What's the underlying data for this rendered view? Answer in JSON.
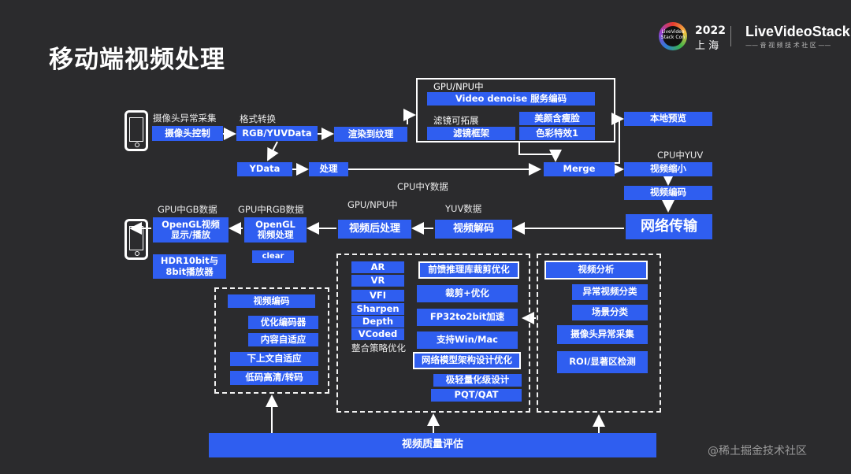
{
  "page": {
    "title": "移动端视频处理"
  },
  "header": {
    "badge_text": "LiveVideo Stack Con",
    "year": "2022",
    "city": "上 海",
    "brand": "LiveVideoStack",
    "brand_sub": "—— 音 视 频 技 术 社 区 ——"
  },
  "labels": {
    "capture_anomaly": "摄像头异常采集",
    "format_convert": "格式转换",
    "gpu_npu_top": "GPU/NPU中",
    "filter_ext": "滤镜可拓展",
    "cpu_yuv": "CPU中YUV",
    "cpu_y_data": "CPU中Y数据",
    "gpu_gb": "GPU中GB数据",
    "gpu_rgb": "GPU中RGB数据",
    "gpu_npu_mid": "GPU/NPU中",
    "yuv_data": "YUV数据",
    "strategy": "整合策略优化"
  },
  "boxes": {
    "camera_ctrl": "摄像头控制",
    "rgb_yuv": "RGB/YUVData",
    "render_texture": "渲染到纹理",
    "denoise": "Video denoise 服务编码",
    "beauty": "美颜含瘦脸",
    "filter_frame": "滤镜框架",
    "color_effect": "色彩特效1",
    "local_preview": "本地预览",
    "ydata": "YData",
    "process": "处理",
    "merge": "Merge",
    "video_scale": "视频缩小",
    "video_encode": "视频编码",
    "network": "网络传输",
    "video_decode": "视频解码",
    "post_process": "视频后处理",
    "opengl_process": "OpenGL\n视频处理",
    "opengl_display": "OpenGL视频\n显示/播放",
    "clear": "clear",
    "hdr": "HDR10bit与\n8bit播放器",
    "quality": "视频质量评估"
  },
  "encode_group": [
    "视频编码",
    "优化编码器",
    "内容自适应",
    "下上文自适应",
    "低码高清/转码"
  ],
  "algo_left": [
    "AR",
    "VR",
    "VFI",
    "Sharpen",
    "Depth",
    "VCoded"
  ],
  "algo_right": [
    "前馈推理库裁剪优化",
    "裁剪+优化",
    "FP32to2bit加速",
    "支持Win/Mac",
    "网络模型架构设计优化",
    "极轻量化级设计",
    "PQT/QAT"
  ],
  "analysis_group": [
    "视频分析",
    "异常视频分类",
    "场景分类",
    "摄像头异常采集",
    "ROI/显著区检测"
  ],
  "watermark": "@稀土掘金技术社区",
  "colors": {
    "box": "#2f5ef0",
    "background": "#2b2b2d"
  }
}
